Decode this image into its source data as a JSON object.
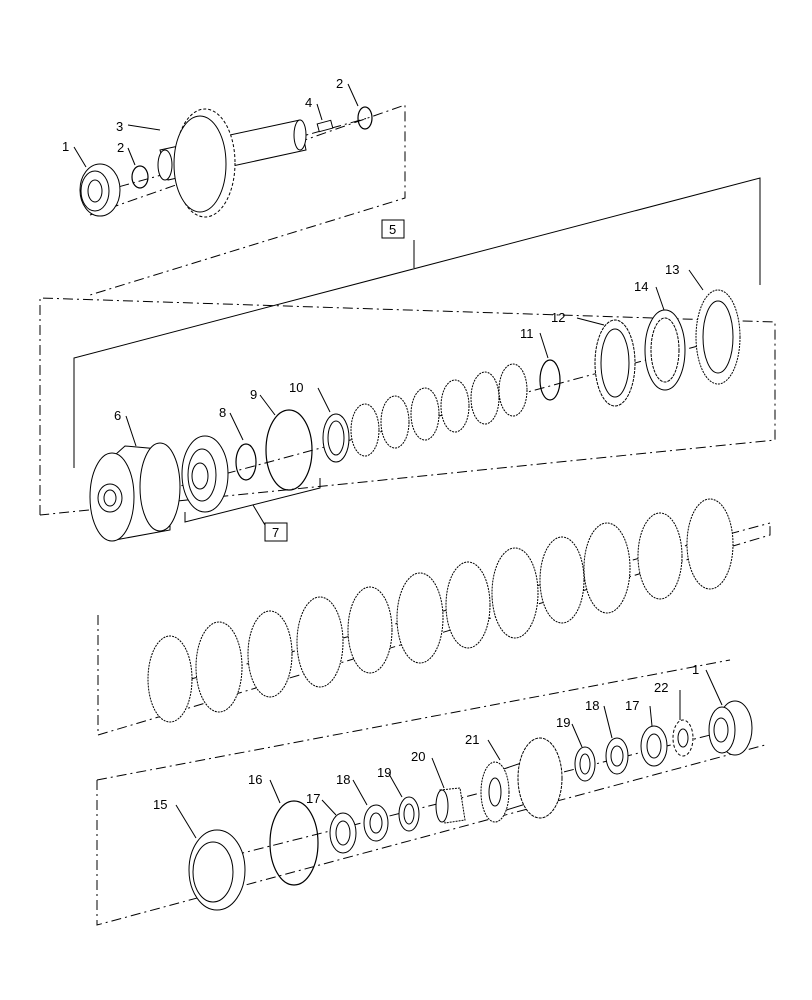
{
  "callouts": {
    "c1a": "1",
    "c2a": "2",
    "c2b": "2",
    "c3": "3",
    "c4": "4",
    "c5": "5",
    "c6": "6",
    "c7": "7",
    "c8": "8",
    "c9": "9",
    "c10": "10",
    "c11": "11",
    "c12": "12",
    "c13": "13",
    "c14": "14",
    "c15": "15",
    "c16": "16",
    "c17a": "17",
    "c17b": "17",
    "c18a": "18",
    "c18b": "18",
    "c19a": "19",
    "c19b": "19",
    "c20": "20",
    "c21": "21",
    "c22": "22",
    "c1b": "1"
  }
}
